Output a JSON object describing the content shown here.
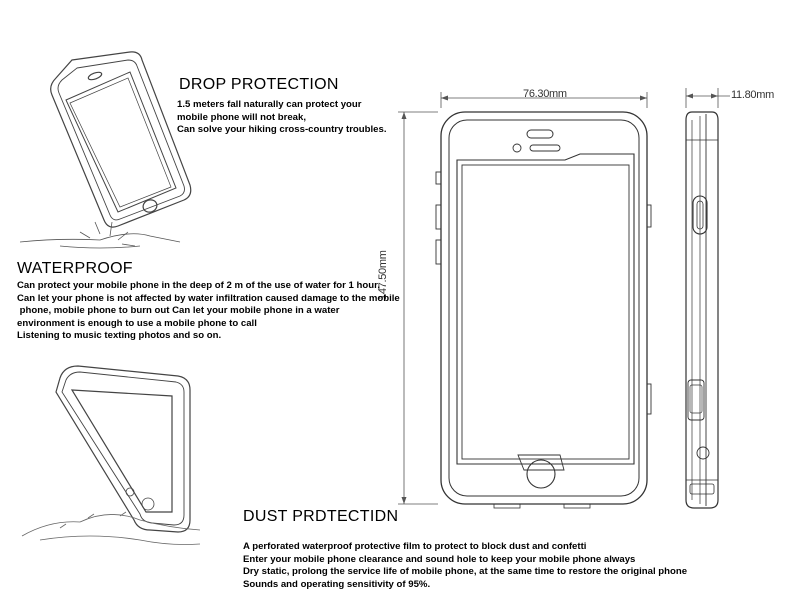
{
  "drop": {
    "title": "DROP PROTECTION",
    "lines": [
      "1.5 meters fall naturally can protect your",
      "mobile phone will not break,",
      "Can solve your hiking cross-country troubles."
    ]
  },
  "waterproof": {
    "title": "WATERPROOF",
    "lines": [
      "Can protect your mobile phone in the deep of 2 m of the use of water for 1 hour,",
      "Can let your phone is not affected by water infiltration caused damage to the mobile",
      " phone, mobile phone to burn out Can let your mobile phone in a water",
      "environment is enough to use a mobile phone to call",
      "Listening to music texting photos and so on."
    ]
  },
  "dust": {
    "title": "DUST PRDTECTIDN",
    "lines": [
      "A perforated waterproof protective film to protect to block dust and confetti",
      "Enter your mobile phone clearance and sound hole to keep your mobile phone always",
      "Dry static, prolong the service life of mobile phone, at the same time to restore the original phone",
      "Sounds and operating sensitivity of 95%."
    ]
  },
  "dimensions": {
    "width": "76.30mm",
    "height": "147.50mm",
    "depth": "11.80mm"
  },
  "colors": {
    "line": "#333333",
    "light_line": "#888888",
    "text": "#000000"
  }
}
